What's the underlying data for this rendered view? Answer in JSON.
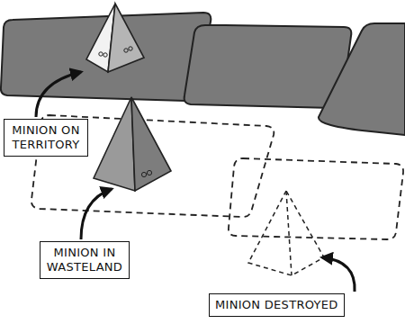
{
  "diagram": {
    "nodes": [
      {
        "text": [
          "MINION ON TERRITORY"
        ]
      },
      {
        "text": [
          "MINION IN WASTELAND"
        ]
      },
      {
        "text": [
          "MINION DESTROYED"
        ]
      }
    ]
  }
}
